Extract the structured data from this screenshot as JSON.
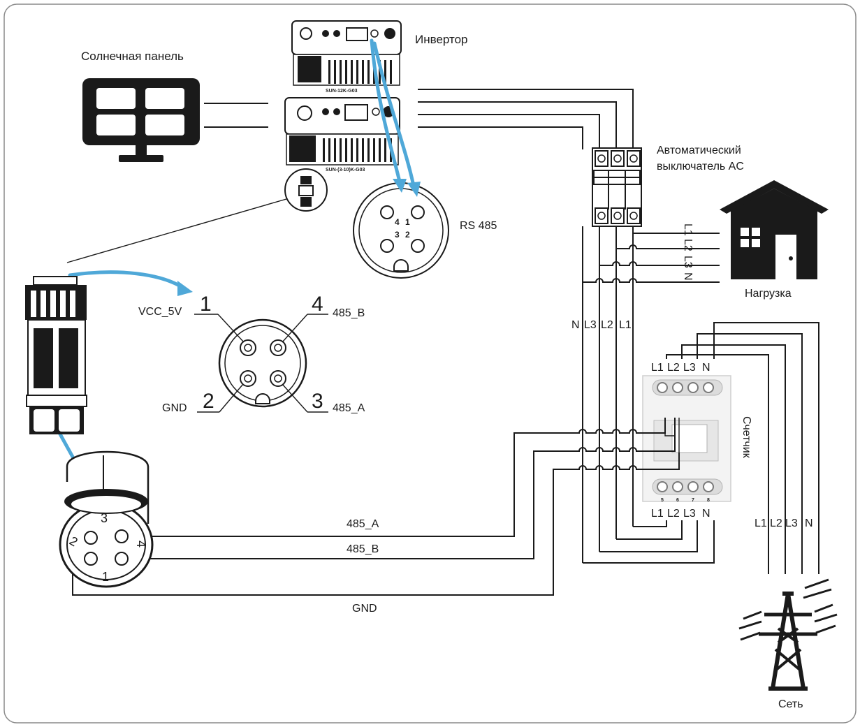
{
  "labels": {
    "solar_panel": "Солнечная панель",
    "inverter": "Инвертор",
    "inverter_model_top": "SUN-12K-G03",
    "inverter_model_bottom": "SUN-(3-10)K-G03",
    "rs485": "RS 485",
    "ac_breaker_line1": "Автоматический",
    "ac_breaker_line2": "выключатель AC",
    "load": "Нагрузка",
    "meter": "Счетчик",
    "grid": "Сеть",
    "vcc": "VCC_5V",
    "gnd_pin": "GND",
    "pin_485b": "485_B",
    "pin_485a": "485_A",
    "wire_485a": "485_A",
    "wire_485b": "485_B",
    "wire_gnd": "GND"
  },
  "pin_numbers": {
    "p1": "1",
    "p2": "2",
    "p3": "3",
    "p4": "4"
  },
  "rs485_face": {
    "p4": "4",
    "p1": "1",
    "p3": "3",
    "p2": "2"
  },
  "plug_face": {
    "p3": "3",
    "p4": "4",
    "p2": "2",
    "p1": "1"
  },
  "load_lines": [
    "L1",
    "L2",
    "L3",
    "N"
  ],
  "breaker_out_lines": [
    "N",
    "L3",
    "L2",
    "L1"
  ],
  "meter_top_lines": [
    "L1",
    "L2",
    "L3",
    "N"
  ],
  "meter_bottom_lines": [
    "L1",
    "L2",
    "L3",
    "N"
  ],
  "meter_terminals": [
    "5",
    "6",
    "7",
    "8"
  ],
  "grid_lines": [
    "L1",
    "L2",
    "L3",
    "N"
  ],
  "colors": {
    "arrow": "#4fa8d8",
    "line": "#1a1a1a",
    "frame": "#888888"
  }
}
